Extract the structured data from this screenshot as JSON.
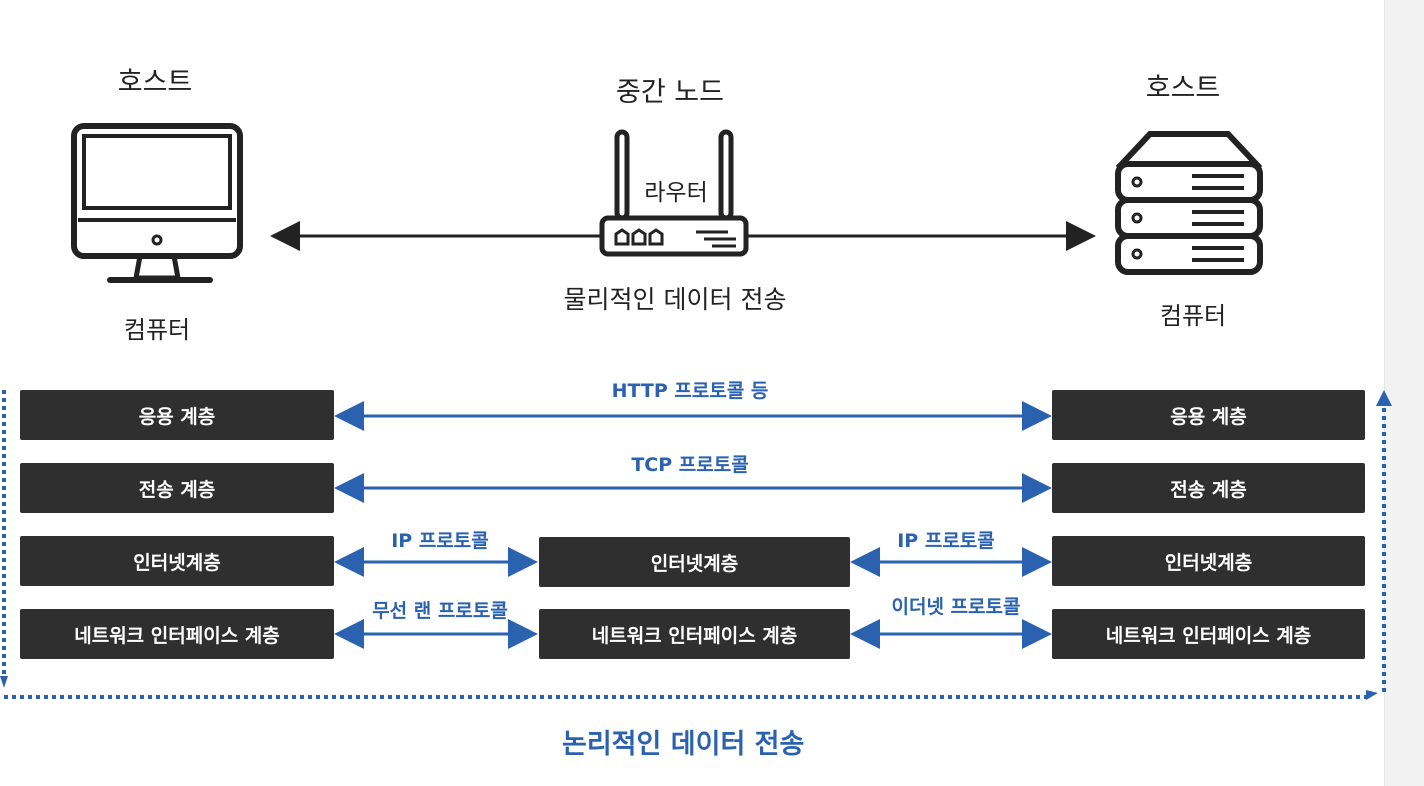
{
  "top": {
    "host_left": "호스트",
    "middle_node": "중간 노드",
    "host_right": "호스트",
    "router": "라우터",
    "computer_left": "컴퓨터",
    "computer_right": "컴퓨터",
    "physical": "물리적인 데이터 전송"
  },
  "layers": {
    "app": "응용 계층",
    "transport": "전송 계층",
    "internet": "인터넷계층",
    "netif": "네트워크 인터페이스 계층"
  },
  "protocols": {
    "http": "HTTP 프로토콜 등",
    "tcp": "TCP 프로토콜",
    "ip": "IP 프로토콜",
    "wlan": "무선 랜 프로토콜",
    "ethernet": "이더넷 프로토콜"
  },
  "logical": "논리적인 데이터 전송",
  "colors": {
    "layer_bg": "#2f2f2f",
    "blue": "#2a62b0",
    "dark": "#222222"
  },
  "icons": [
    "monitor-icon",
    "router-icon",
    "server-icon"
  ]
}
